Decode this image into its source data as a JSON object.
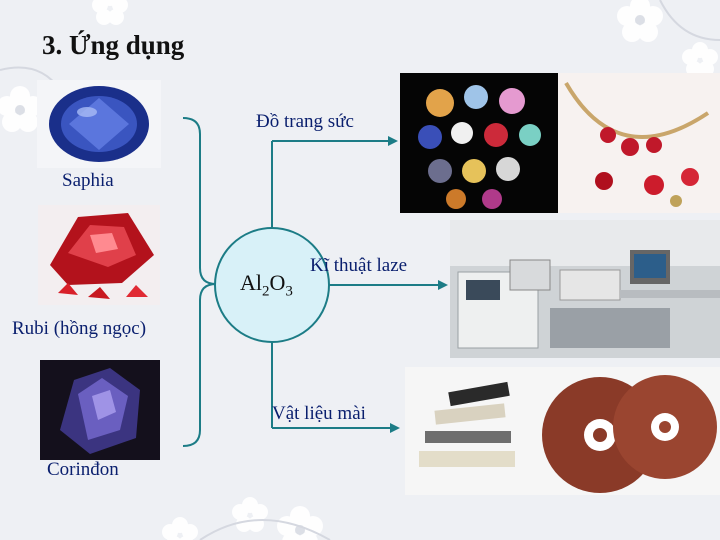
{
  "slide": {
    "title": "3. Ứng dụng",
    "center_formula": {
      "element": "Al",
      "sub1": "2",
      "o": "O",
      "sub2": "3"
    }
  },
  "minerals": [
    {
      "name": "Saphia",
      "icon": "sapphire-gem-photo"
    },
    {
      "name": "Rubi (hồng ngọc)",
      "icon": "ruby-crystal-photo"
    },
    {
      "name": "Corinđon",
      "icon": "corundum-crystal-photo"
    }
  ],
  "applications": [
    {
      "label": "Đồ trang sức",
      "icon": "jewelry-photo"
    },
    {
      "label": "Kĩ thuật laze",
      "icon": "laser-lab-photo"
    },
    {
      "label": "Vật liệu mài",
      "icon": "abrasive-wheels-photo"
    }
  ],
  "colors": {
    "accent": "#1c7c86",
    "label_text": "#0a1f6e",
    "circle_fill": "#d8f1f8",
    "background": "#eef0f4"
  }
}
